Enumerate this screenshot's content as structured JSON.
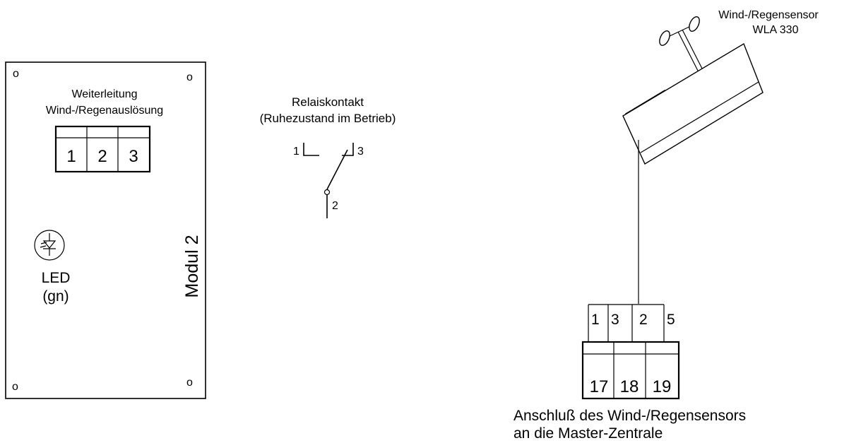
{
  "module": {
    "name": "Modul 2",
    "terminal_title_line1": "Weiterleitung",
    "terminal_title_line2": "Wind-/Regenauslösung",
    "terminals": [
      "1",
      "2",
      "3"
    ],
    "led_label_line1": "LED",
    "led_label_line2": "(gn)",
    "corner_mark": "o"
  },
  "relay": {
    "title_line1": "Relaiskontakt",
    "title_line2": "(Ruhezustand im Betrieb)",
    "pin1": "1",
    "pin2": "2",
    "pin3": "3"
  },
  "sensor": {
    "title_line1": "Wind-/Regensensor",
    "title_line2": "WLA 330",
    "wire_numbers": [
      "1",
      "3",
      "2",
      "5"
    ],
    "terminals": [
      "17",
      "18",
      "19"
    ],
    "caption_line1": "Anschluß des Wind-/Regensensors",
    "caption_line2": "an die Master-Zentrale"
  }
}
